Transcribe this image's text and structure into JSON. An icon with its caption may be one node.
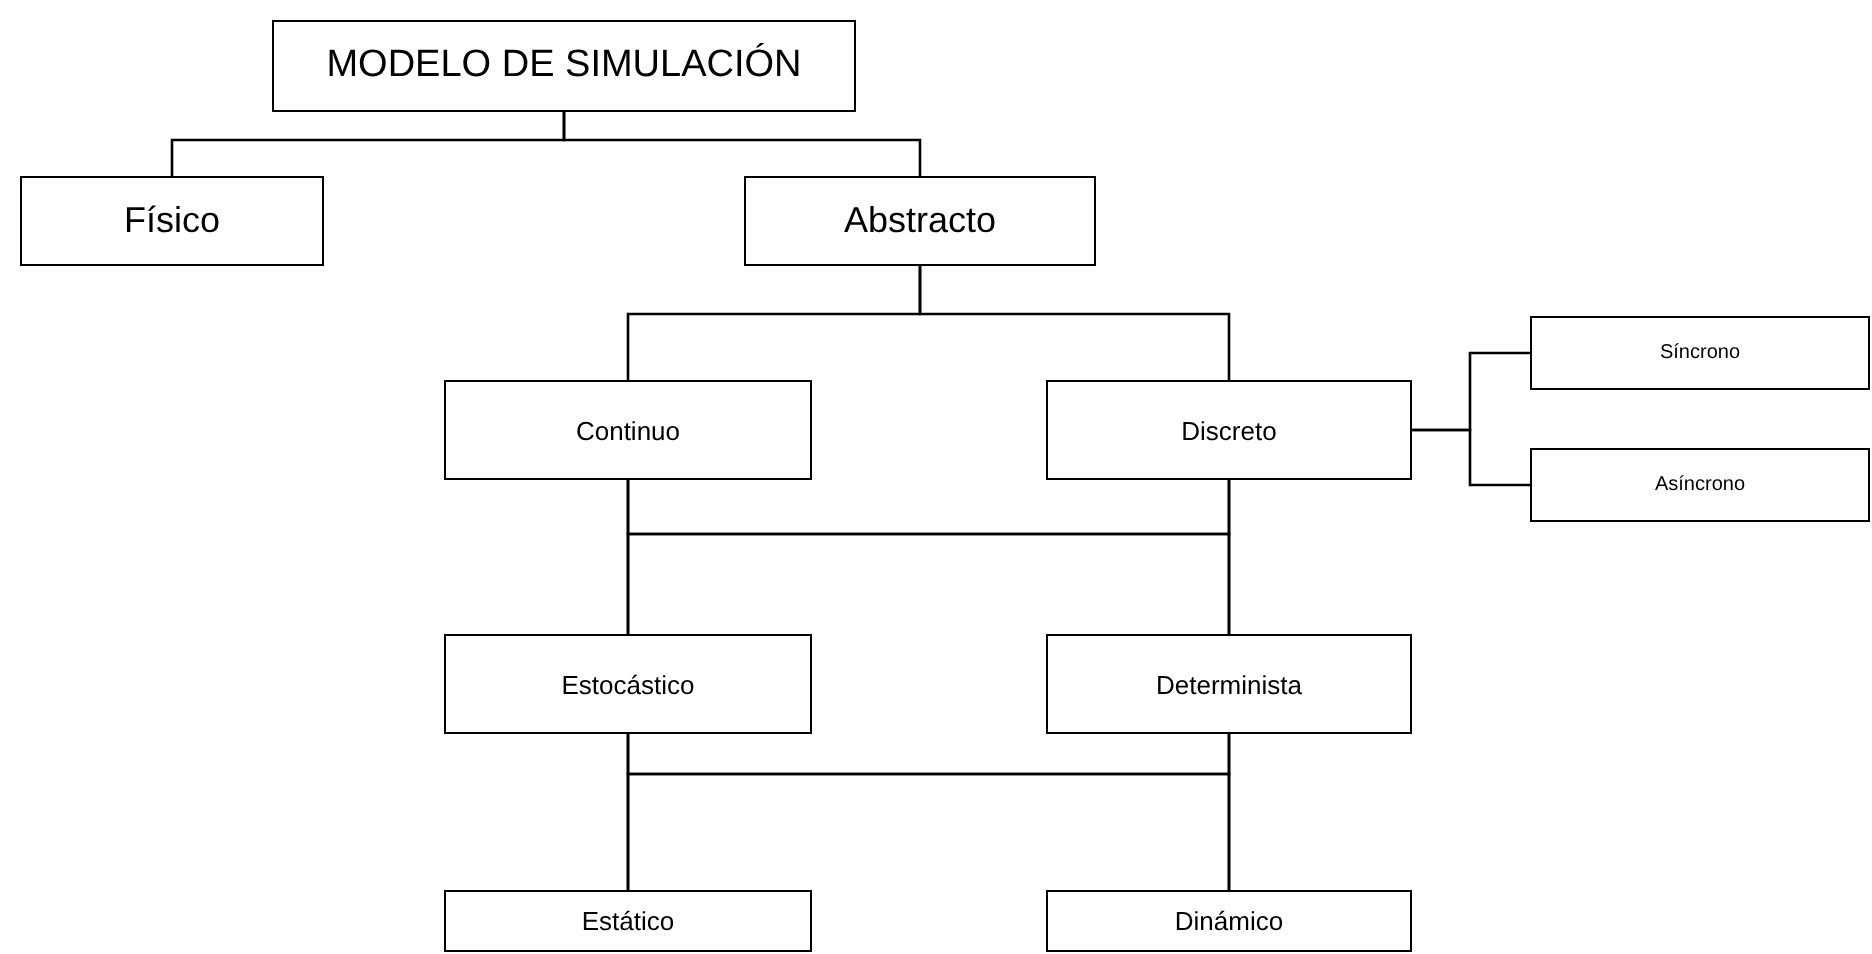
{
  "diagram": {
    "nodes": [
      {
        "text": [
          "MODELO DE SIMULACIÓN"
        ]
      },
      {
        "text": [
          "Físico"
        ]
      },
      {
        "text": [
          "Abstracto"
        ]
      },
      {
        "text": [
          "Continuo"
        ]
      },
      {
        "text": [
          "Discreto"
        ]
      },
      {
        "text": [
          "Síncrono"
        ]
      },
      {
        "text": [
          "Asíncrono"
        ]
      },
      {
        "text": [
          "Estocástico"
        ]
      },
      {
        "text": [
          "Determinista"
        ]
      },
      {
        "text": [
          "Estático"
        ]
      },
      {
        "text": [
          "Dinámico"
        ]
      }
    ],
    "edges": [
      {
        "from": 0,
        "to": 1,
        "arrow": "none"
      },
      {
        "from": 0,
        "to": 2,
        "arrow": "none"
      },
      {
        "from": 2,
        "to": 3,
        "arrow": "none"
      },
      {
        "from": 2,
        "to": 4,
        "arrow": "none"
      },
      {
        "from": 4,
        "to": 5,
        "arrow": "none"
      },
      {
        "from": 4,
        "to": 6,
        "arrow": "none"
      },
      {
        "from": 3,
        "to": 7,
        "arrow": "none"
      },
      {
        "from": 3,
        "to": 8,
        "arrow": "none"
      },
      {
        "from": 4,
        "to": 7,
        "arrow": "none"
      },
      {
        "from": 4,
        "to": 8,
        "arrow": "none"
      },
      {
        "from": 7,
        "to": 9,
        "arrow": "none"
      },
      {
        "from": 7,
        "to": 10,
        "arrow": "none"
      },
      {
        "from": 8,
        "to": 9,
        "arrow": "none"
      },
      {
        "from": 8,
        "to": 10,
        "arrow": "none"
      }
    ]
  }
}
